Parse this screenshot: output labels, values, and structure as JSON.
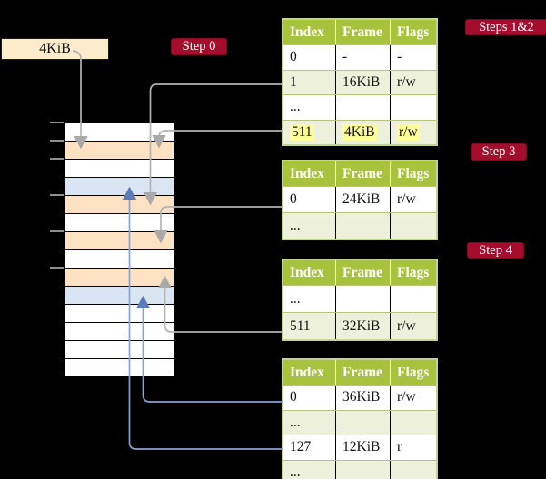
{
  "colors": {
    "badge_red": "#a50d2d",
    "header_green": "#a8c23e",
    "row_green": "#edf0da",
    "table_border_green": "#c3d48e",
    "row_separator_green": "#b7c57a",
    "peach_row": "#fce1c2",
    "blue_row": "#d9e5f3",
    "cream_box": "#fceccb",
    "highlight_yellow": "#ffff99",
    "gray_wire": "#b3b3b3",
    "gray_arrowhead": "#a9a9a9",
    "blue_wire": "#85a3d2",
    "blue_arrowhead": "#5b7cb8"
  },
  "label_box": {
    "text": "4KiB"
  },
  "badges": {
    "step0": "Step 0",
    "steps12": "Steps 1&2",
    "step3": "Step 3",
    "step4": "Step 4"
  },
  "table_headers": [
    "Index",
    "Frame",
    "Flags"
  ],
  "tables": [
    {
      "id": "page-table-steps-1-2",
      "rows": [
        {
          "cells": [
            "0",
            "-",
            "-"
          ],
          "shaded": false,
          "highlight": false
        },
        {
          "cells": [
            "1",
            "16KiB",
            "r/w"
          ],
          "shaded": true,
          "highlight": false
        },
        {
          "cells": [
            "...",
            "",
            ""
          ],
          "shaded": false,
          "highlight": false
        },
        {
          "cells": [
            "511",
            "4KiB",
            "r/w"
          ],
          "shaded": true,
          "highlight": true
        }
      ]
    },
    {
      "id": "page-table-step-3",
      "rows": [
        {
          "cells": [
            "0",
            "24KiB",
            "r/w"
          ],
          "shaded": false,
          "highlight": false
        },
        {
          "cells": [
            "...",
            "",
            ""
          ],
          "shaded": true,
          "highlight": false
        }
      ]
    },
    {
      "id": "page-table-step-4",
      "rows": [
        {
          "cells": [
            "...",
            "",
            ""
          ],
          "shaded": false,
          "highlight": false
        },
        {
          "cells": [
            "511",
            "32KiB",
            "r/w"
          ],
          "shaded": true,
          "highlight": false
        }
      ]
    },
    {
      "id": "page-table-final",
      "rows": [
        {
          "cells": [
            "0",
            "36KiB",
            "r/w"
          ],
          "shaded": false,
          "highlight": false
        },
        {
          "cells": [
            "...",
            "",
            ""
          ],
          "shaded": true,
          "highlight": false
        },
        {
          "cells": [
            "127",
            "12KiB",
            "r"
          ],
          "shaded": false,
          "highlight": false
        },
        {
          "cells": [
            "...",
            "",
            ""
          ],
          "shaded": true,
          "highlight": false
        }
      ]
    }
  ],
  "memory": {
    "rows": [
      "white",
      "peach",
      "white",
      "blue",
      "peach",
      "white",
      "peach",
      "white",
      "peach",
      "blue",
      "white",
      "white",
      "white",
      "white"
    ]
  }
}
